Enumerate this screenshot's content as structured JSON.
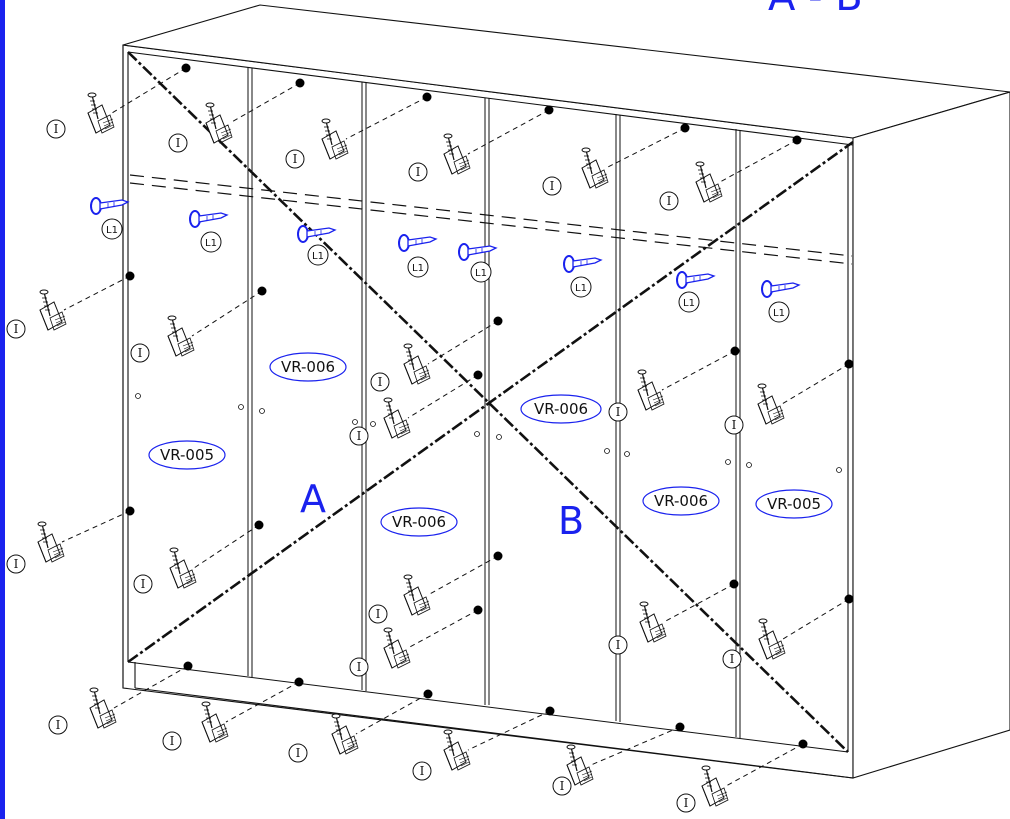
{
  "title": "A - B",
  "diagonal_labels": {
    "a": "A",
    "b": "B"
  },
  "panel_labels": [
    "VR-005",
    "VR-006",
    "VR-006",
    "VR-006",
    "VR-006",
    "VR-005"
  ],
  "fastener_label": "I",
  "pin_label": "L1",
  "colors": {
    "accent": "#1a22ee",
    "line": "#111111"
  }
}
